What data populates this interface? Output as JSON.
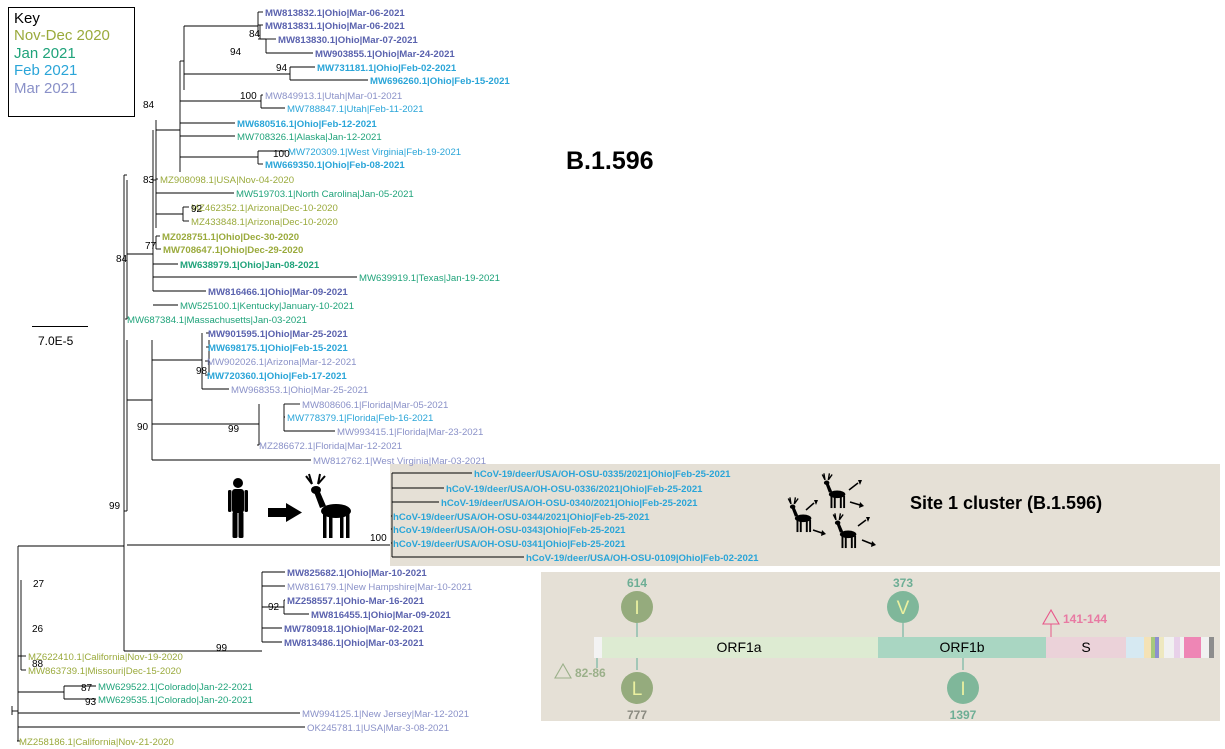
{
  "key": {
    "title": "Key",
    "items": [
      {
        "label": "Nov-Dec 2020",
        "color": "#9aaa3c"
      },
      {
        "label": "Jan 2021",
        "color": "#1fa37a"
      },
      {
        "label": "Feb 2021",
        "color": "#2aa5d8"
      },
      {
        "label": "Mar 2021",
        "color": "#8a91c8"
      }
    ]
  },
  "clade_label": "B.1.596",
  "site_label": "Site 1 cluster (B.1.596)",
  "scale_label": "7.0E-5",
  "colors": {
    "nov_dec": "#9aaa3c",
    "jan": "#1fa37a",
    "feb": "#2aa5d8",
    "mar": "#5a62ae",
    "mar_light": "#8a91c8",
    "teal": "#5fae98",
    "orf1a": "#ddebd2",
    "orf1b": "#a9d6c2",
    "s": "#ebd2d9",
    "pink": "#e8578a",
    "panel": "#e5e0d6"
  },
  "bootstrap": [
    "94",
    "84",
    "94",
    "100",
    "84",
    "100",
    "83",
    "92",
    "77",
    "84",
    "98",
    "99",
    "90",
    "99",
    "100",
    "27",
    "92",
    "99",
    "26",
    "88",
    "87",
    "93"
  ],
  "taxa": [
    {
      "label": "MW813832.1|Ohio|Mar-06-2021",
      "color": "#5a62ae",
      "bold": true
    },
    {
      "label": "MW813831.1|Ohio|Mar-06-2021",
      "color": "#5a62ae",
      "bold": true
    },
    {
      "label": "MW813830.1|Ohio|Mar-07-2021",
      "color": "#5a62ae",
      "bold": true
    },
    {
      "label": "MW903855.1|Ohio|Mar-24-2021",
      "color": "#5a62ae",
      "bold": true
    },
    {
      "label": "MW731181.1|Ohio|Feb-02-2021",
      "color": "#2aa5d8",
      "bold": true
    },
    {
      "label": "MW696260.1|Ohio|Feb-15-2021",
      "color": "#2aa5d8",
      "bold": true
    },
    {
      "label": "MW849913.1|Utah|Mar-01-2021",
      "color": "#8a91c8",
      "bold": false
    },
    {
      "label": "MW788847.1|Utah|Feb-11-2021",
      "color": "#2aa5d8",
      "bold": false
    },
    {
      "label": "MW680516.1|Ohio|Feb-12-2021",
      "color": "#2aa5d8",
      "bold": true
    },
    {
      "label": "MW708326.1|Alaska|Jan-12-2021",
      "color": "#1fa37a",
      "bold": false
    },
    {
      "label": "MW720309.1|West Virginia|Feb-19-2021",
      "color": "#2aa5d8",
      "bold": false
    },
    {
      "label": "MW669350.1|Ohio|Feb-08-2021",
      "color": "#2aa5d8",
      "bold": true
    },
    {
      "label": "MZ908098.1|USA|Nov-04-2020",
      "color": "#9aaa3c",
      "bold": false
    },
    {
      "label": "MW519703.1|North Carolina|Jan-05-2021",
      "color": "#1fa37a",
      "bold": false
    },
    {
      "label": "MZ462352.1|Arizona|Dec-10-2020",
      "color": "#9aaa3c",
      "bold": false
    },
    {
      "label": "MZ433848.1|Arizona|Dec-10-2020",
      "color": "#9aaa3c",
      "bold": false
    },
    {
      "label": "MZ028751.1|Ohio|Dec-30-2020",
      "color": "#9aaa3c",
      "bold": true
    },
    {
      "label": "MW708647.1|Ohio|Dec-29-2020",
      "color": "#9aaa3c",
      "bold": true
    },
    {
      "label": "MW638979.1|Ohio|Jan-08-2021",
      "color": "#1fa37a",
      "bold": true
    },
    {
      "label": "MW639919.1|Texas|Jan-19-2021",
      "color": "#1fa37a",
      "bold": false
    },
    {
      "label": "MW816466.1|Ohio|Mar-09-2021",
      "color": "#5a62ae",
      "bold": true
    },
    {
      "label": "MW525100.1|Kentucky|January-10-2021",
      "color": "#1fa37a",
      "bold": false
    },
    {
      "label": "MW687384.1|Massachusetts|Jan-03-2021",
      "color": "#1fa37a",
      "bold": false
    },
    {
      "label": "MW901595.1|Ohio|Mar-25-2021",
      "color": "#5a62ae",
      "bold": true
    },
    {
      "label": "MW698175.1|Ohio|Feb-15-2021",
      "color": "#2aa5d8",
      "bold": true
    },
    {
      "label": "MW902026.1|Arizona|Mar-12-2021",
      "color": "#8a91c8",
      "bold": false
    },
    {
      "label": "MW720360.1|Ohio|Feb-17-2021",
      "color": "#2aa5d8",
      "bold": true
    },
    {
      "label": "MW968353.1|Ohio|Mar-25-2021",
      "color": "#8a91c8",
      "bold": false
    },
    {
      "label": "MW808606.1|Florida|Mar-05-2021",
      "color": "#8a91c8",
      "bold": false
    },
    {
      "label": "MW778379.1|Florida|Feb-16-2021",
      "color": "#2aa5d8",
      "bold": false
    },
    {
      "label": "MW993415.1|Florida|Mar-23-2021",
      "color": "#8a91c8",
      "bold": false
    },
    {
      "label": "MZ286672.1|Florida|Mar-12-2021",
      "color": "#8a91c8",
      "bold": false
    },
    {
      "label": "MW812762.1|West Virginia|Mar-03-2021",
      "color": "#8a91c8",
      "bold": false
    },
    {
      "label": "hCoV-19/deer/USA/OH-OSU-0335/2021|Ohio|Feb-25-2021",
      "color": "#2aa5d8",
      "bold": true
    },
    {
      "label": "hCoV-19/deer/USA/OH-OSU-0336/2021|Ohio|Feb-25-2021",
      "color": "#2aa5d8",
      "bold": true
    },
    {
      "label": "hCoV-19/deer/USA/OH-OSU-0340/2021|Ohio|Feb-25-2021",
      "color": "#2aa5d8",
      "bold": true
    },
    {
      "label": "hCoV-19/deer/USA/OH-OSU-0344/2021|Ohio|Feb-25-2021",
      "color": "#2aa5d8",
      "bold": true
    },
    {
      "label": "hCoV-19/deer/USA/OH-OSU-0343|Ohio|Feb-25-2021",
      "color": "#2aa5d8",
      "bold": true
    },
    {
      "label": "hCoV-19/deer/USA/OH-OSU-0341|Ohio|Feb-25-2021",
      "color": "#2aa5d8",
      "bold": true
    },
    {
      "label": "hCoV-19/deer/USA/OH-OSU-0109|Ohio|Feb-02-2021",
      "color": "#2aa5d8",
      "bold": true
    },
    {
      "label": "MW825682.1|Ohio|Mar-10-2021",
      "color": "#5a62ae",
      "bold": true
    },
    {
      "label": "MW816179.1|New Hampshire|Mar-10-2021",
      "color": "#8a91c8",
      "bold": false
    },
    {
      "label": "MZ258557.1|Ohio-Mar-16-2021",
      "color": "#5a62ae",
      "bold": true
    },
    {
      "label": "MW816455.1|Ohio|Mar-09-2021",
      "color": "#5a62ae",
      "bold": true
    },
    {
      "label": "MW780918.1|Ohio|Mar-02-2021",
      "color": "#5a62ae",
      "bold": true
    },
    {
      "label": "MW813486.1|Ohio|Mar-03-2021",
      "color": "#5a62ae",
      "bold": true
    },
    {
      "label": "MZ622410.1|California|Nov-19-2020",
      "color": "#9aaa3c",
      "bold": false
    },
    {
      "label": "MW863739.1|Missouri|Dec-15-2020",
      "color": "#9aaa3c",
      "bold": false
    },
    {
      "label": "MW629522.1|Colorado|Jan-22-2021",
      "color": "#1fa37a",
      "bold": false
    },
    {
      "label": "MW629535.1|Colorado|Jan-20-2021",
      "color": "#1fa37a",
      "bold": false
    },
    {
      "label": "MW994125.1|New Jersey|Mar-12-2021",
      "color": "#8a91c8",
      "bold": false
    },
    {
      "label": "OK245781.1|USA|Mar-3-08-2021",
      "color": "#8a91c8",
      "bold": false
    },
    {
      "label": "MZ258186.1|California|Nov-21-2020",
      "color": "#9aaa3c",
      "bold": false
    }
  ],
  "genome": {
    "genes": [
      "ORF1a",
      "ORF1b",
      "S"
    ],
    "mutations": [
      {
        "pos": "614",
        "aa": "I"
      },
      {
        "pos": "777",
        "aa": "L"
      },
      {
        "pos": "373",
        "aa": "V"
      },
      {
        "pos": "1397",
        "aa": "I"
      }
    ],
    "deletions": [
      "82-86",
      "141-144"
    ]
  }
}
